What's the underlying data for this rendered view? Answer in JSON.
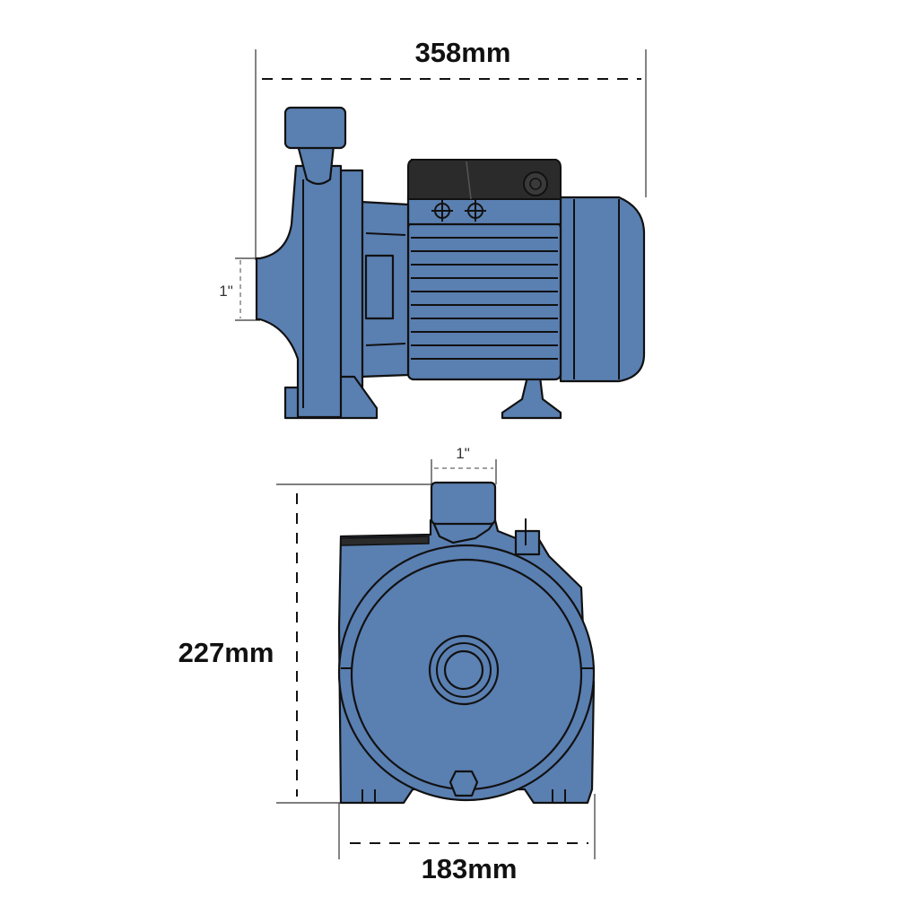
{
  "dimensions": {
    "length": "358mm",
    "height": "227mm",
    "width": "183mm",
    "inlet_size": "1\"",
    "outlet_size": "1\""
  },
  "colors": {
    "pump_body": "#5a7fb1",
    "terminal_box": "#2b2b2b",
    "outline": "#111111"
  }
}
